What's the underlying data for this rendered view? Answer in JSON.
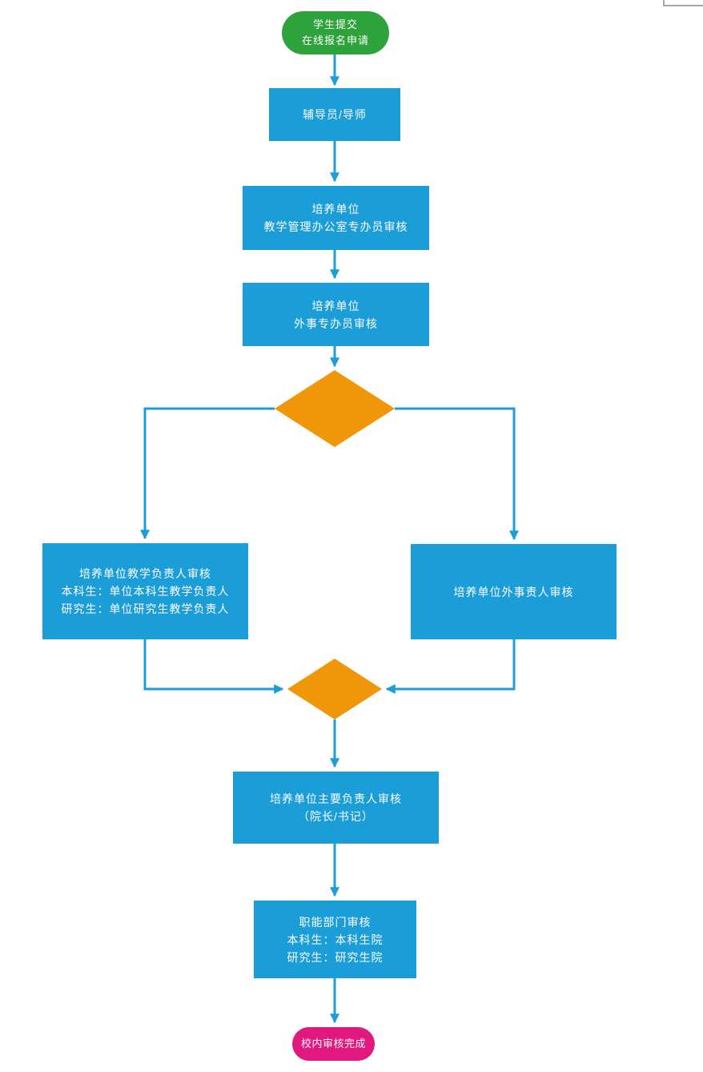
{
  "colors": {
    "process_fill": "#1B9ED8",
    "terminator_start_fill": "#2FA33B",
    "terminator_end_fill": "#E0187F",
    "decision_fill": "#F09609",
    "connector": "#1B9ED8",
    "node_text": "#FFFFFF",
    "corner_artifact": "#A8A8A8"
  },
  "nodes": {
    "start": {
      "shape": "terminator",
      "lines": [
        "学生提交",
        "在线报名申请"
      ]
    },
    "counselor": {
      "shape": "process",
      "lines": [
        "辅导员/导师"
      ]
    },
    "teaching_office": {
      "shape": "process",
      "lines": [
        "培养单位",
        "教学管理办公室专办员审核"
      ]
    },
    "foreign_affairs_officer": {
      "shape": "process",
      "lines": [
        "培养单位",
        "外事专办员审核"
      ]
    },
    "decision_split": {
      "shape": "decision",
      "lines": []
    },
    "teaching_leader": {
      "shape": "process",
      "lines": [
        "培养单位教学负责人审核",
        "本科生：单位本科生教学负责人",
        "研究生：单位研究生教学负责人"
      ]
    },
    "foreign_affairs_leader": {
      "shape": "process",
      "lines": [
        "培养单位外事责人审核"
      ]
    },
    "decision_merge": {
      "shape": "decision",
      "lines": []
    },
    "main_leader": {
      "shape": "process",
      "lines": [
        "培养单位主要负责人审核",
        "（院长/书记）"
      ]
    },
    "functional_dept": {
      "shape": "process",
      "lines": [
        "职能部门审核",
        "本科生：本科生院",
        "研究生：研究生院"
      ]
    },
    "end": {
      "shape": "terminator",
      "lines": [
        "校内审核完成"
      ]
    }
  }
}
